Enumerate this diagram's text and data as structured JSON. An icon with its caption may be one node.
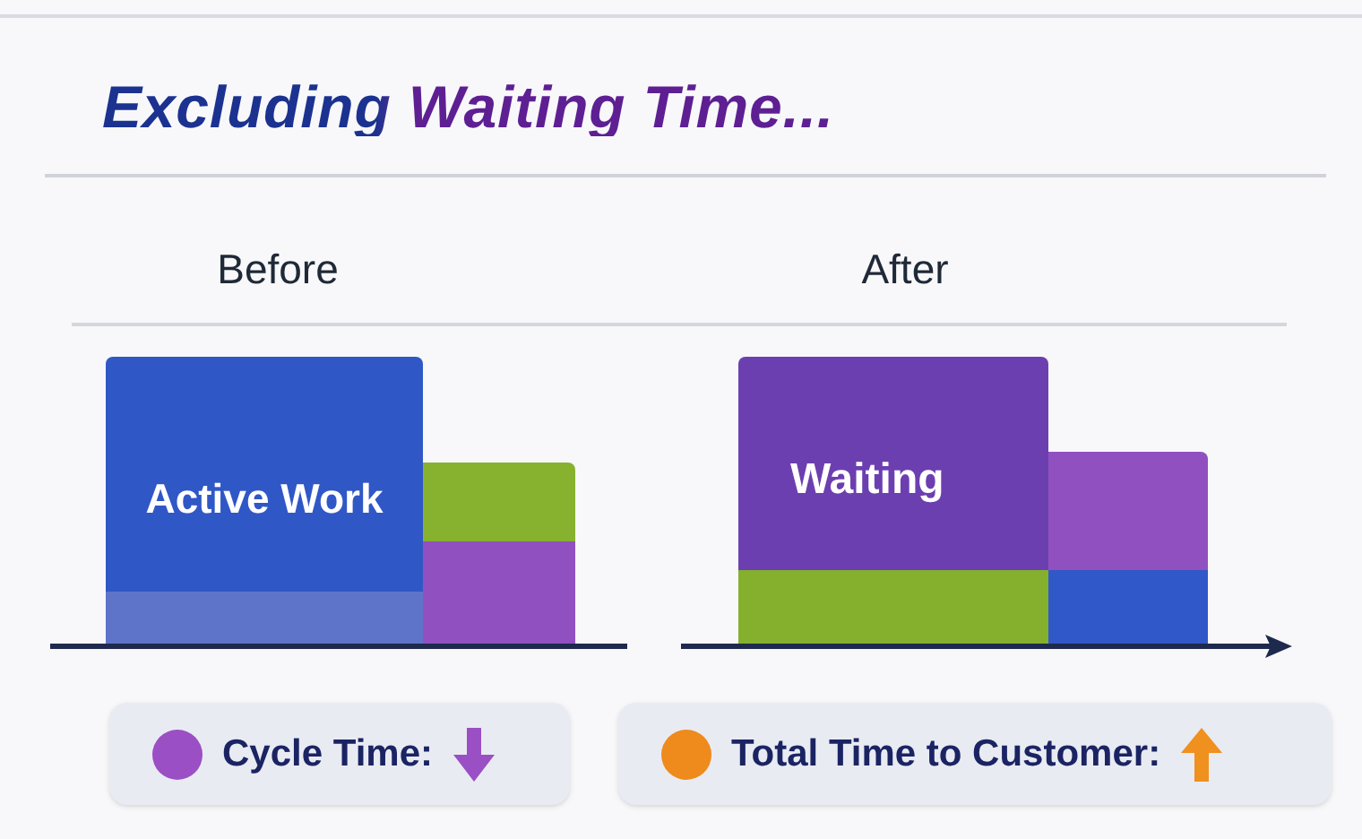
{
  "diagram": {
    "title": "Excluding Waiting Time...",
    "nodes": [
      {
        "text": [
          "Active Work"
        ]
      },
      {
        "text": [],
        "shape": "box",
        "in": 0
      },
      {
        "text": [],
        "shape": "box"
      },
      {
        "text": [],
        "shape": "box"
      },
      {
        "text": [
          "Waiting"
        ]
      },
      {
        "text": [],
        "shape": "box"
      },
      {
        "text": [],
        "shape": "box"
      },
      {
        "text": [],
        "shape": "box"
      },
      {
        "text": [
          "Cycle Time:"
        ]
      },
      {
        "text": [
          "Total Time to Customer:"
        ]
      }
    ],
    "labels": [
      "Before",
      "After"
    ]
  }
}
